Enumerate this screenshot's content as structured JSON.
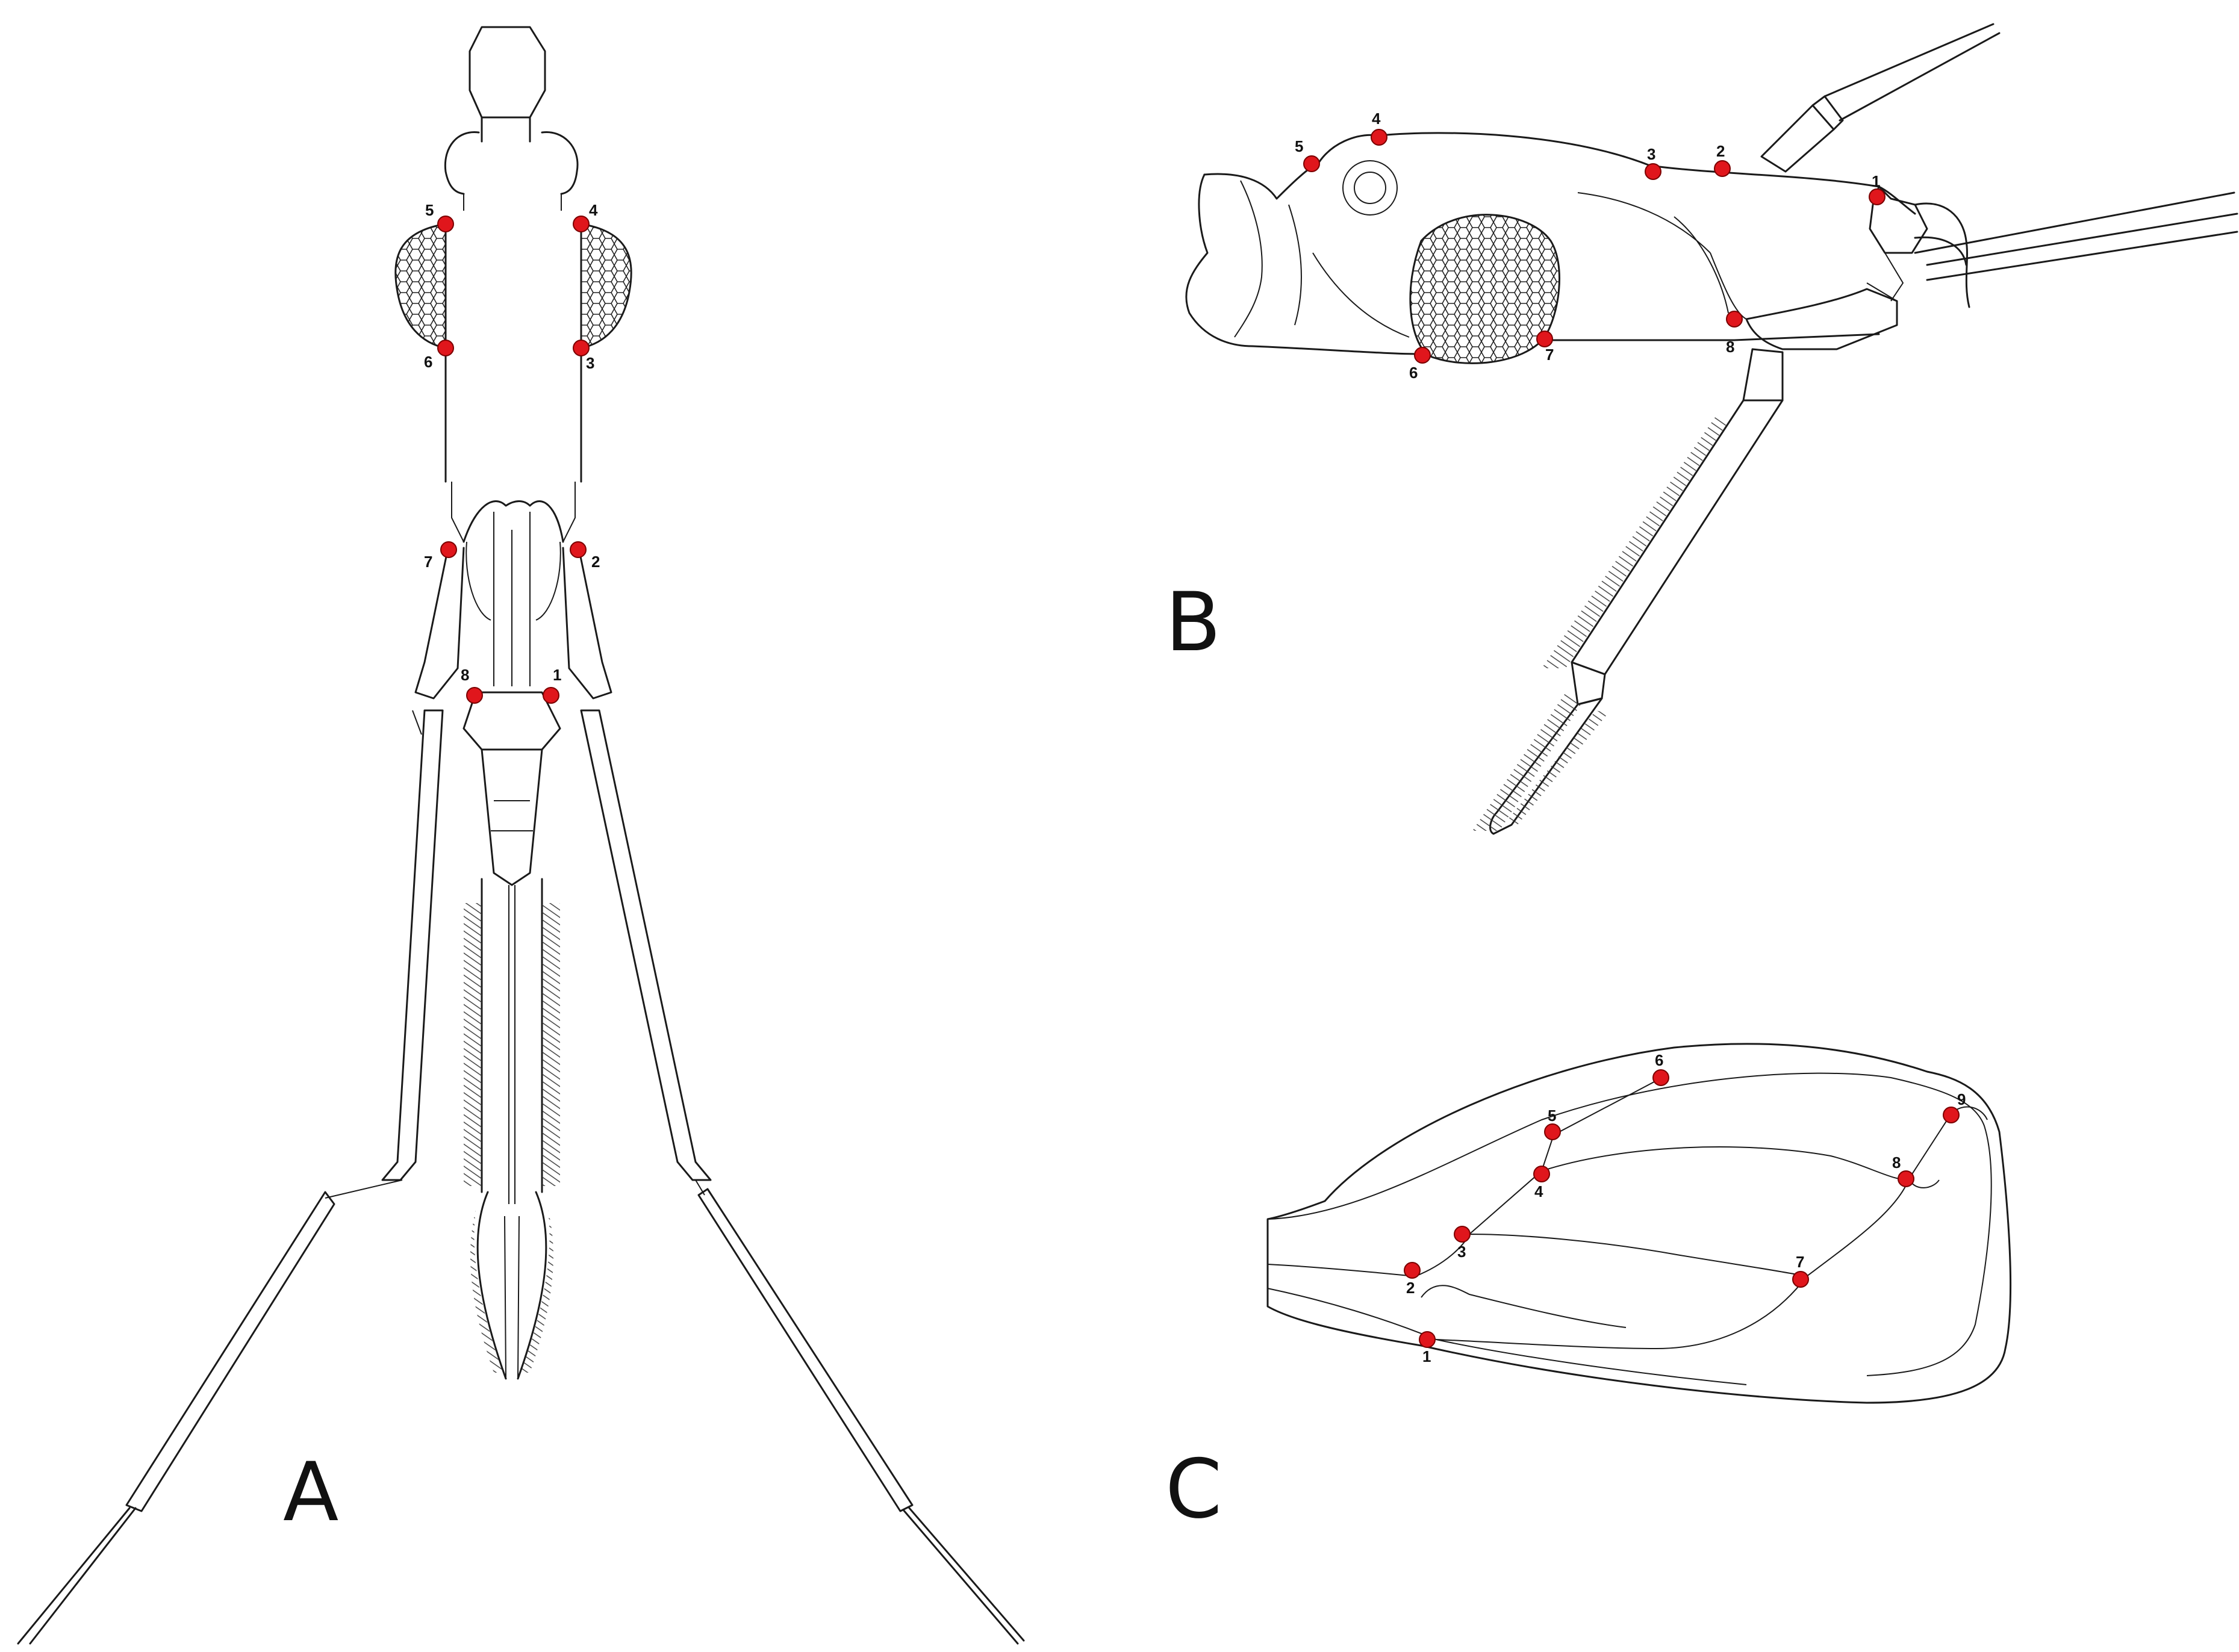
{
  "panels": {
    "a": {
      "label": "A",
      "landmarks": [
        "1",
        "2",
        "3",
        "4",
        "5",
        "6",
        "7",
        "8"
      ]
    },
    "b": {
      "label": "B",
      "landmarks": [
        "1",
        "2",
        "3",
        "4",
        "5",
        "6",
        "7",
        "8"
      ]
    },
    "c": {
      "label": "C",
      "landmarks": [
        "1",
        "2",
        "3",
        "4",
        "5",
        "6",
        "7",
        "8",
        "9"
      ]
    }
  },
  "colors": {
    "landmark": "#e0161c",
    "line": "#1a1a1a",
    "background": "#ffffff"
  }
}
